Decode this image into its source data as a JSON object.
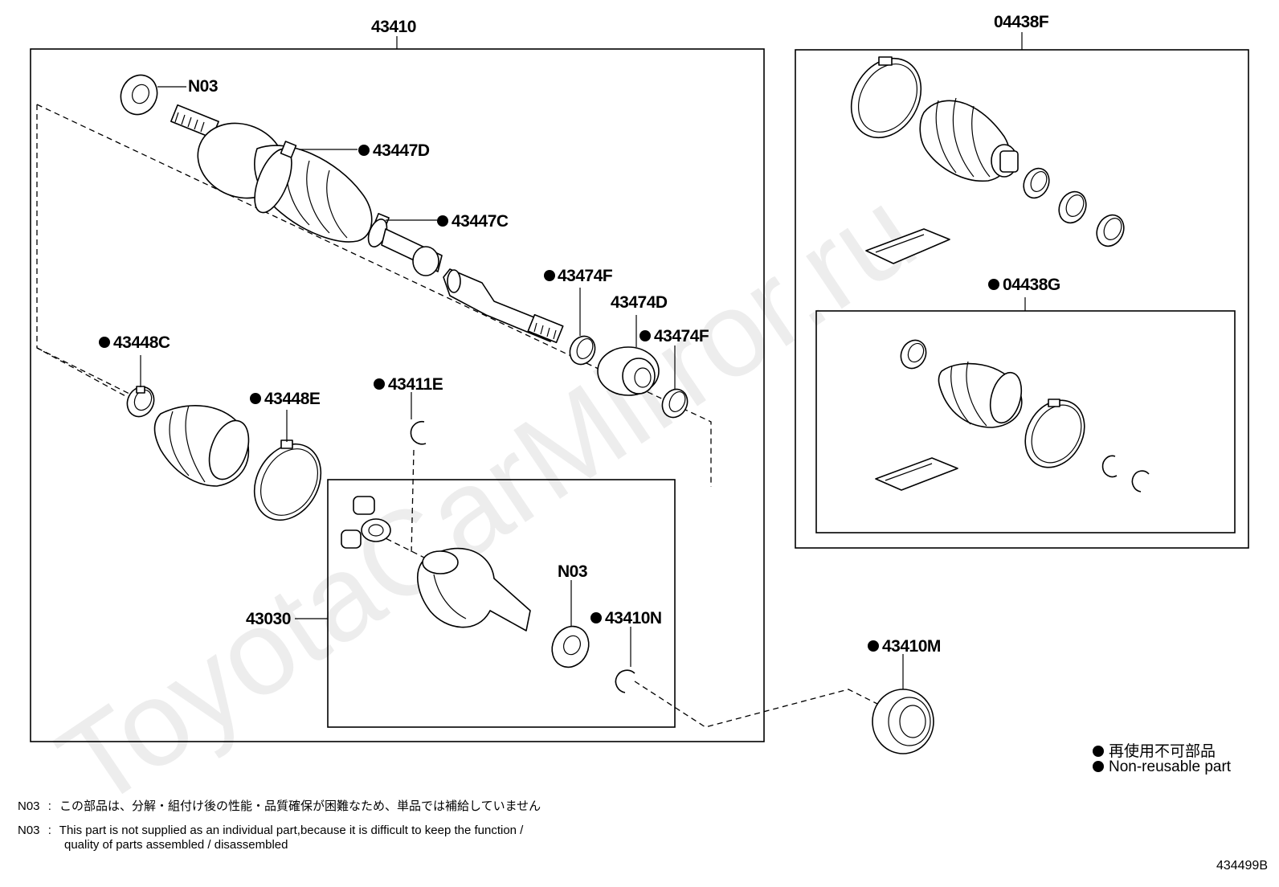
{
  "diagram_code": "434499B",
  "watermark": "ToyotaCarMirror.ru",
  "groups": {
    "assembly": "43410",
    "boot_kit_outer": "04438F",
    "boot_kit_inner": "04438G",
    "inner_joint": "43030"
  },
  "parts": {
    "n03_top": "N03",
    "n03_bottom": "N03",
    "p43447D": "43447D",
    "p43447C": "43447C",
    "p43474F_a": "43474F",
    "p43474D": "43474D",
    "p43474F_b": "43474F",
    "p43448C": "43448C",
    "p43448E": "43448E",
    "p43411E": "43411E",
    "p43410N": "43410N",
    "p43410M": "43410M"
  },
  "legend": {
    "ja": "再使用不可部品",
    "en": "Non-reusable part"
  },
  "notes": {
    "ja_code": "N03",
    "ja_sep": ":",
    "ja_text": "この部品は、分解・組付け後の性能・品質確保が困難なため、単品では補給していません",
    "en_code": "N03",
    "en_sep": ":",
    "en_line1": "This part is not supplied as an individual part,because it is difficult to keep the function /",
    "en_line2": "quality of parts assembled / disassembled"
  }
}
